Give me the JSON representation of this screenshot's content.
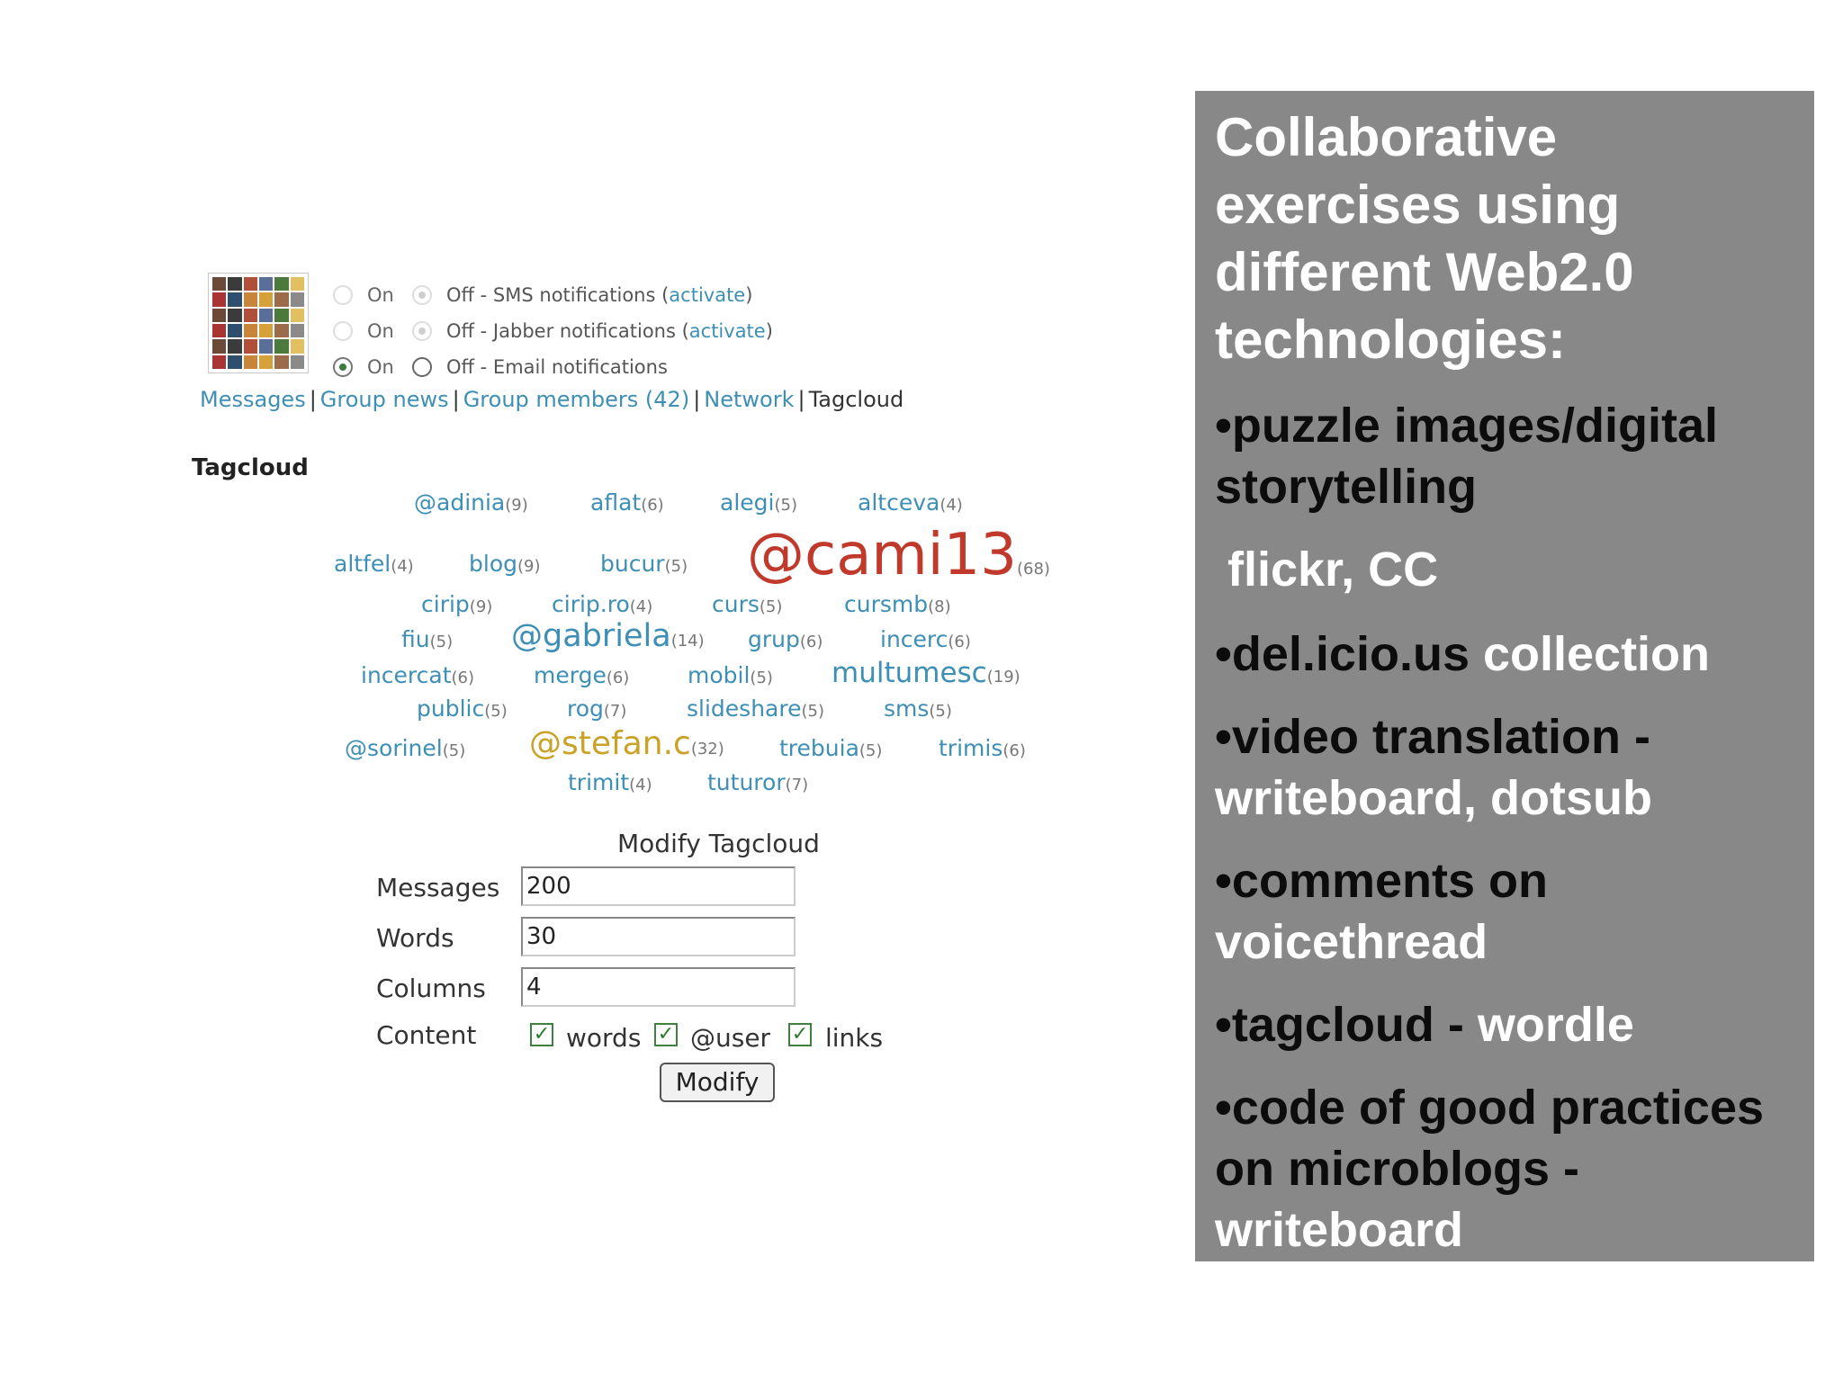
{
  "notifications": [
    {
      "on": "On",
      "off": "Off - SMS notifications (",
      "link": "activate",
      "tail": ")"
    },
    {
      "on": "On",
      "off": "Off - Jabber notifications (",
      "link": "activate",
      "tail": ")"
    },
    {
      "on": "On",
      "off": "Off - Email notifications",
      "link": "",
      "tail": ""
    }
  ],
  "nav": {
    "messages": "Messages",
    "group_news": "Group news",
    "group_members": "Group members (42)",
    "network": "Network",
    "tagcloud": "Tagcloud",
    "sep": "|"
  },
  "tagcloud": {
    "title": "Tagcloud",
    "tags": [
      {
        "t": "@adinia",
        "c": "(9)"
      },
      {
        "t": "aflat",
        "c": "(6)"
      },
      {
        "t": "alegi",
        "c": "(5)"
      },
      {
        "t": "altceva",
        "c": "(4)"
      },
      {
        "t": "altfel",
        "c": "(4)"
      },
      {
        "t": "blog",
        "c": "(9)"
      },
      {
        "t": "bucur",
        "c": "(5)"
      },
      {
        "t": "@cami13",
        "c": "(68)"
      },
      {
        "t": "cirip",
        "c": "(9)"
      },
      {
        "t": "cirip.ro",
        "c": "(4)"
      },
      {
        "t": "curs",
        "c": "(5)"
      },
      {
        "t": "cursmb",
        "c": "(8)"
      },
      {
        "t": "fiu",
        "c": "(5)"
      },
      {
        "t": "@gabriela",
        "c": "(14)"
      },
      {
        "t": "grup",
        "c": "(6)"
      },
      {
        "t": "incerc",
        "c": "(6)"
      },
      {
        "t": "incercat",
        "c": "(6)"
      },
      {
        "t": "merge",
        "c": "(6)"
      },
      {
        "t": "mobil",
        "c": "(5)"
      },
      {
        "t": "multumesc",
        "c": "(19)"
      },
      {
        "t": "public",
        "c": "(5)"
      },
      {
        "t": "rog",
        "c": "(7)"
      },
      {
        "t": "slideshare",
        "c": "(5)"
      },
      {
        "t": "sms",
        "c": "(5)"
      },
      {
        "t": "@sorinel",
        "c": "(5)"
      },
      {
        "t": "@stefan.c",
        "c": "(32)"
      },
      {
        "t": "trebuia",
        "c": "(5)"
      },
      {
        "t": "trimis",
        "c": "(6)"
      },
      {
        "t": "trimit",
        "c": "(4)"
      },
      {
        "t": "tuturor",
        "c": "(7)"
      }
    ]
  },
  "modify": {
    "title": "Modify Tagcloud",
    "messages_label": "Messages",
    "messages_value": "200",
    "words_label": "Words",
    "words_value": "30",
    "columns_label": "Columns",
    "columns_value": "4",
    "content_label": "Content",
    "cb_words": "words",
    "cb_user": "@user",
    "cb_links": "links",
    "button": "Modify"
  },
  "panel": {
    "heading": "Collaborative exercises using different Web2.0 technologies:",
    "items": [
      {
        "dark": "•puzzle images/digital storytelling",
        "light": ""
      },
      {
        "sub": "flickr, CC"
      },
      {
        "dark": "•del.icio.us",
        "light": " collection"
      },
      {
        "dark": "•video translation -",
        "light": " writeboard, dotsub"
      },
      {
        "dark": "•comments on",
        "light": " voicethread"
      },
      {
        "dark": "•tagcloud -",
        "light": " wordle"
      },
      {
        "dark": "•code of good practices on microblogs -",
        "light": " writeboard"
      }
    ]
  }
}
